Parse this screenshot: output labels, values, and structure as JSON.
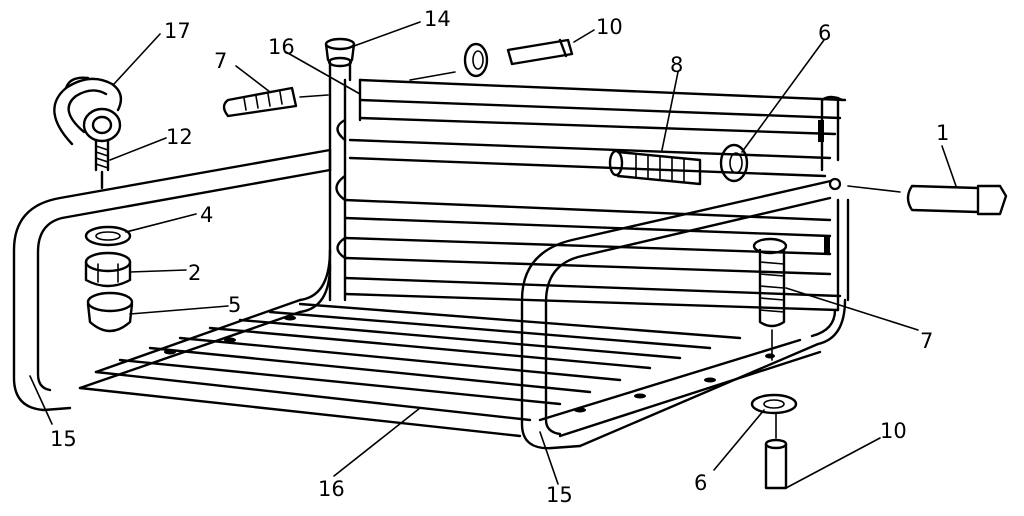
{
  "callouts": [
    {
      "id": "c17",
      "text": "17"
    },
    {
      "id": "c12",
      "text": "12"
    },
    {
      "id": "c4",
      "text": "4"
    },
    {
      "id": "c2",
      "text": "2"
    },
    {
      "id": "c5",
      "text": "5"
    },
    {
      "id": "c15a",
      "text": "15"
    },
    {
      "id": "c7a",
      "text": "7"
    },
    {
      "id": "c16a",
      "text": "16"
    },
    {
      "id": "c14",
      "text": "14"
    },
    {
      "id": "c10a",
      "text": "10"
    },
    {
      "id": "c8",
      "text": "8"
    },
    {
      "id": "c6a",
      "text": "6"
    },
    {
      "id": "c1",
      "text": "1"
    },
    {
      "id": "c7b",
      "text": "7"
    },
    {
      "id": "c16b",
      "text": "16"
    },
    {
      "id": "c15b",
      "text": "15"
    },
    {
      "id": "c6b",
      "text": "6"
    },
    {
      "id": "c10b",
      "text": "10"
    }
  ],
  "colors": {
    "ink": "#000000",
    "paper": "#ffffff"
  }
}
